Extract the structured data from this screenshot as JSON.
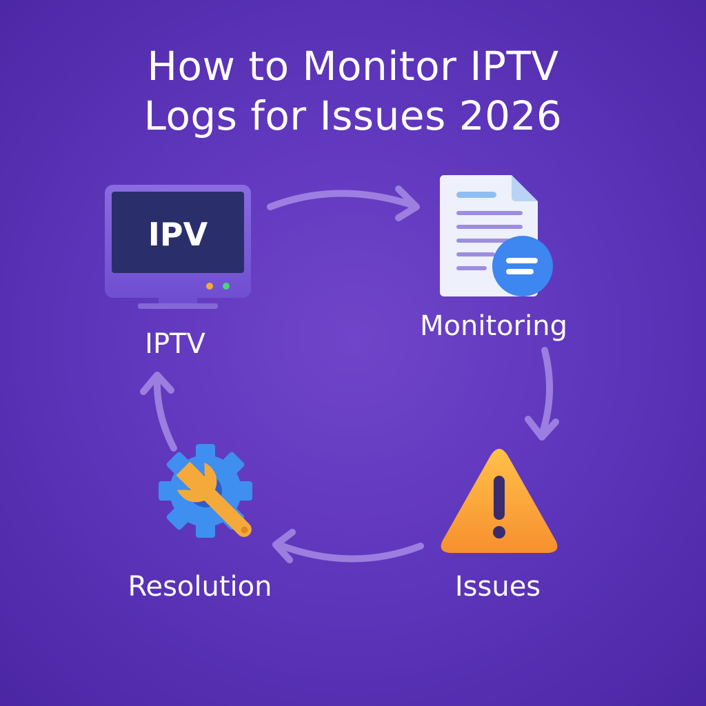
{
  "title": {
    "line1": "How to Monitor IPTV",
    "line2": "Logs for Issues 2026"
  },
  "nodes": {
    "iptv": {
      "label": "IPTV",
      "screen_text": "IPV",
      "icon": "tv-monitor-icon"
    },
    "monitoring": {
      "label": "Monitoring",
      "icon": "log-document-icon"
    },
    "issues": {
      "label": "Issues",
      "icon": "warning-triangle-icon"
    },
    "resolution": {
      "label": "Resolution",
      "icon": "gear-wrench-icon"
    }
  },
  "colors": {
    "background": "#5f37bd",
    "arrow": "#9b7de0",
    "text": "#ffffff",
    "monitor_body": "#7b5ad8",
    "monitor_screen": "#2a2f6b",
    "warning": "#f9a23b",
    "gear": "#3f8ff0",
    "wrench": "#f6a93b",
    "document_accent": "#3e86f0"
  }
}
